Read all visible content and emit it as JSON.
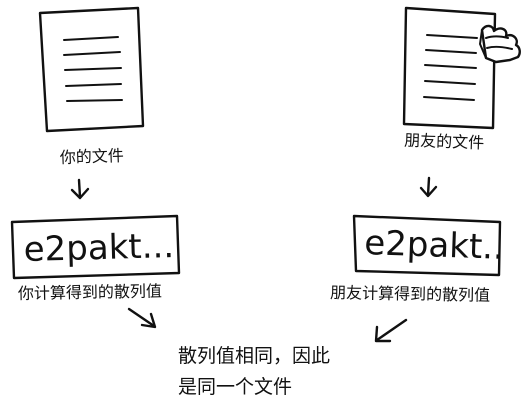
{
  "left": {
    "doc_caption": "你的文件",
    "hash_value": "e2pakt...",
    "hash_caption": "你计算得到的散列值"
  },
  "right": {
    "doc_caption": "朋友的文件",
    "hash_value": "e2pakt..",
    "hash_caption": "朋友计算得到的散列值"
  },
  "conclusion": {
    "line1": "散列值相同，因此",
    "line2": "是同一个文件"
  },
  "ink_color": "#111111",
  "icons": [
    "document-icon",
    "hand-holding-document-icon",
    "arrow-down-icon"
  ]
}
